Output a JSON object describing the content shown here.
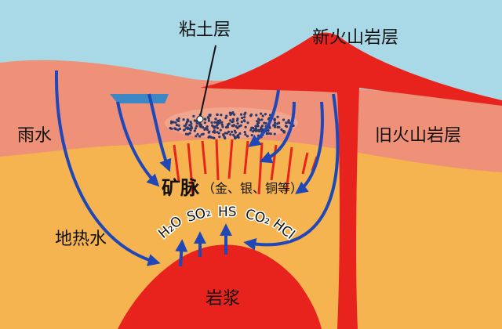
{
  "labels": {
    "clay_layer": "粘土层",
    "new_volcanic_rock": "新火山岩层",
    "old_volcanic_rock": "旧火山岩层",
    "rain": "雨水",
    "geothermal_water": "地热水",
    "ore_vein": "矿脉",
    "ore_vein_note": "（金、银、铜等）",
    "magma": "岩浆",
    "gases": [
      "H₂O",
      "SO₂",
      "HS",
      "CO₂",
      "HCl"
    ]
  },
  "colors": {
    "sky": "#a9d9e6",
    "upper_layer": "#ef9178",
    "lower_layer": "#f6b450",
    "magma": "#e8231d",
    "arrows": "#1f47b8",
    "lake": "#3d87c4",
    "veins": "#e8231d"
  }
}
